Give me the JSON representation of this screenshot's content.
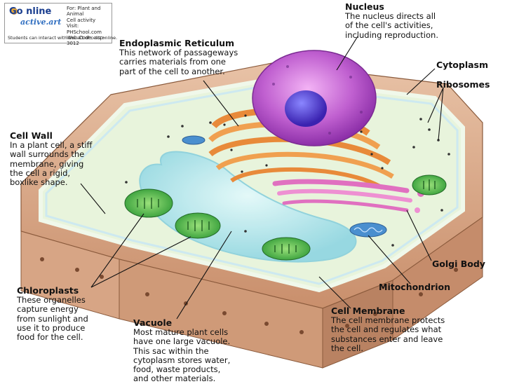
{
  "badge": {
    "logo_line1": "Go nline",
    "logo_line2": "active.art",
    "info_lines": [
      "For: Plant and Animal",
      "Cell activity",
      "Visit: PHSchool.com",
      "Web Code: scp-3012"
    ],
    "footer": "Students can interact with the art of cells online."
  },
  "labels": {
    "nucleus": {
      "title": "Nucleus",
      "lines": [
        "The nucleus directs all",
        "of the cell's activities,",
        "including reproduction."
      ]
    },
    "er": {
      "title": "Endoplasmic Reticulum",
      "lines": [
        "This network of passageways",
        "carries materials from one",
        "part of the cell to another."
      ]
    },
    "cytoplasm": {
      "title": "Cytoplasm"
    },
    "ribosomes": {
      "title": "Ribosomes"
    },
    "cell_wall": {
      "title": "Cell Wall",
      "lines": [
        "In a plant cell, a stiff",
        "wall surrounds the",
        "membrane, giving",
        "the cell a rigid,",
        "boxlike shape."
      ]
    },
    "golgi": {
      "title": "Golgi Body"
    },
    "mitochondrion": {
      "title": "Mitochondrion"
    },
    "chloroplasts": {
      "title": "Chloroplasts",
      "lines": [
        "These organelles",
        "capture energy",
        "from sunlight and",
        "use it to produce",
        "food for the cell."
      ]
    },
    "vacuole": {
      "title": "Vacuole",
      "lines": [
        "Most mature plant cells",
        "have one large vacuole.",
        "This sac within the",
        "cytoplasm stores water,",
        "food, waste products,",
        "and other materials."
      ]
    },
    "cell_membrane": {
      "title": "Cell Membrane",
      "lines": [
        "The cell membrane protects",
        "the cell and regulates what",
        "substances enter and leave",
        "the cell."
      ]
    }
  },
  "colors": {
    "cell_wall": "#d9a98a",
    "cytoplasm": "#e8f4dc",
    "vacuole": "#a8e3ec",
    "nucleus": "#c060d0",
    "nucleolus": "#5b3fd8",
    "er": "#e88a3a",
    "chloroplast": "#4db84a",
    "golgi": "#e070c0",
    "mitochondrion": "#4a8fcf"
  }
}
